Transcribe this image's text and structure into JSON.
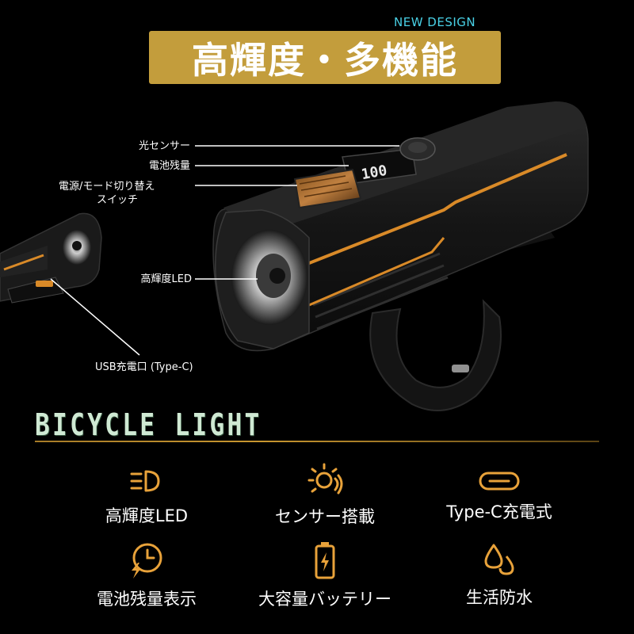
{
  "header": {
    "new_design": "NEW DESIGN",
    "title": "高輝度・多機能"
  },
  "callouts": {
    "light_sensor": "光センサー",
    "battery_level": "電池残量",
    "power_switch_line1": "電源/モード切り替え",
    "power_switch_line2": "スイッチ",
    "high_brightness_led": "高輝度LED",
    "usb_port": "USB充電口 (Type-C)"
  },
  "display_reading": "100",
  "brand": "BICYCLE LIGHT",
  "features": [
    {
      "icon": "headlight-icon",
      "label": "高輝度LED"
    },
    {
      "icon": "sun-sensor-icon",
      "label": "センサー搭載"
    },
    {
      "icon": "usb-c-port-icon",
      "label": "Type-C充電式"
    },
    {
      "icon": "battery-clock-icon",
      "label": "電池残量表示"
    },
    {
      "icon": "battery-icon",
      "label": "大容量バッテリー"
    },
    {
      "icon": "water-drops-icon",
      "label": "生活防水"
    }
  ],
  "colors": {
    "accent_gold": "#c39d3c",
    "icon_orange": "#e8a23a",
    "new_design_cyan": "#49d1e6",
    "background": "#000000"
  }
}
